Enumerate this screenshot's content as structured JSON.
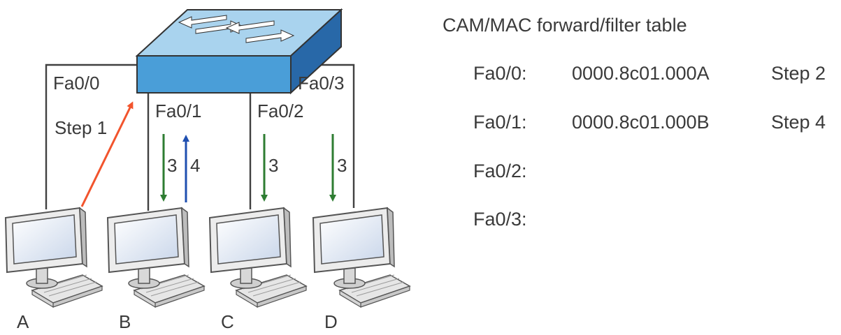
{
  "switch": {
    "ports": {
      "fa00": "Fa0/0",
      "fa01": "Fa0/1",
      "fa02": "Fa0/2",
      "fa03": "Fa0/3"
    }
  },
  "hosts": {
    "a": "A",
    "b": "B",
    "c": "C",
    "d": "D"
  },
  "steps": {
    "step1": "Step 1",
    "b_down": "3",
    "b_up": "4",
    "c_down": "3",
    "d_down": "3"
  },
  "colors": {
    "step1_arrow": "#f2542d",
    "flood_arrow": "#2e7d32",
    "reply_arrow": "#1f4fb0",
    "step2_text": "#e8323c",
    "step4_text": "#3a6fd0",
    "switch_top": "#a9d3ee",
    "switch_front": "#4a9ed8",
    "switch_side": "#2868a8"
  },
  "table": {
    "title": "CAM/MAC forward/filter table",
    "rows": [
      {
        "port": "Fa0/0:",
        "mac": "0000.8c01.000A",
        "step": "Step 2"
      },
      {
        "port": "Fa0/1:",
        "mac": "0000.8c01.000B",
        "step": "Step 4"
      },
      {
        "port": "Fa0/2:",
        "mac": "",
        "step": ""
      },
      {
        "port": "Fa0/3:",
        "mac": "",
        "step": ""
      }
    ]
  }
}
